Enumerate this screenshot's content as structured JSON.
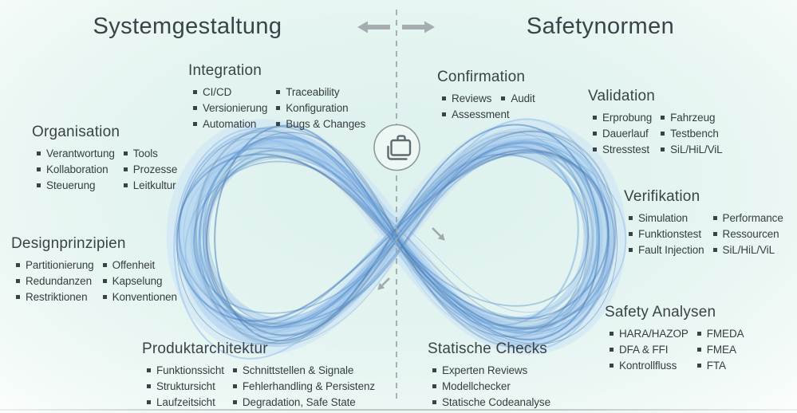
{
  "titles": {
    "left": "Systemgestaltung",
    "right": "Safetynormen"
  },
  "sections": [
    {
      "id": "integration",
      "title": "Integration",
      "layout": "columns",
      "groups": [
        [
          "CI/CD",
          "Versionierung",
          "Automation"
        ],
        [
          "Traceability",
          "Konfiguration",
          "Bugs & Changes"
        ]
      ]
    },
    {
      "id": "organisation",
      "title": "Organisation",
      "layout": "columns",
      "groups": [
        [
          "Verantwortung",
          "Kollaboration",
          "Steuerung"
        ],
        [
          "Tools",
          "Prozesse",
          "Leitkultur"
        ]
      ]
    },
    {
      "id": "designprinzipien",
      "title": "Designprinzipien",
      "layout": "columns",
      "groups": [
        [
          "Partitionierung",
          "Redundanzen",
          "Restriktionen"
        ],
        [
          "Offenheit",
          "Kapselung",
          "Konventionen"
        ]
      ]
    },
    {
      "id": "produktarchitektur",
      "title": "Produktarchitektur",
      "layout": "columns",
      "groups": [
        [
          "Funktionssicht",
          "Struktursicht",
          "Laufzeitsicht"
        ],
        [
          "Schnittstellen & Signale",
          "Fehlerhandling & Persistenz",
          "Degradation, Safe State"
        ]
      ]
    },
    {
      "id": "confirmation",
      "title": "Confirmation",
      "layout": "rows",
      "groups": [
        [
          "Reviews",
          "Audit"
        ],
        [
          "Assessment"
        ]
      ]
    },
    {
      "id": "validation",
      "title": "Validation",
      "layout": "columns",
      "groups": [
        [
          "Erprobung",
          "Dauerlauf",
          "Stresstest"
        ],
        [
          "Fahrzeug",
          "Testbench",
          "SiL/HiL/ViL"
        ]
      ]
    },
    {
      "id": "verifikation",
      "title": "Verifikation",
      "layout": "columns",
      "groups": [
        [
          "Simulation",
          "Funktionstest",
          "Fault Injection"
        ],
        [
          "Performance",
          "Ressourcen",
          "SiL/HiL/ViL"
        ]
      ]
    },
    {
      "id": "safety-analysen",
      "title": "Safety Analysen",
      "layout": "columns",
      "groups": [
        [
          "HARA/HAZOP",
          "DFA & FFI",
          "Kontrollfluss"
        ],
        [
          "FMEDA",
          "FMEA",
          "FTA"
        ]
      ]
    },
    {
      "id": "statische-checks",
      "title": "Statische Checks",
      "layout": "columns",
      "groups": [
        [
          "Experten Reviews",
          "Modellchecker",
          "Statische Codeanalyse"
        ]
      ]
    }
  ],
  "icons": {
    "center": "briefcase-stack-icon",
    "divider": "center-dashed-divider",
    "top_left": "swap-arrow-left-icon",
    "top_right": "swap-arrow-right-icon",
    "flow_right": "flow-arrow-down-right-icon",
    "flow_left": "flow-arrow-down-left-icon"
  },
  "colors": {
    "background_tint": "#e2f3ef",
    "text": "#3a4347",
    "loop_halo": "#cbe2f5",
    "loop_band": "#aed0ee",
    "loop_band2": "#a0c7ea",
    "loop_light": "#9cc3eb",
    "loop_mid": "#6fa5dc",
    "loop_dark": "#3d76bb",
    "loop_slate": "#5b83ab",
    "divider": "#9aa6aa",
    "arrow": "#a6acaf",
    "icon": "#5c6b6d"
  }
}
